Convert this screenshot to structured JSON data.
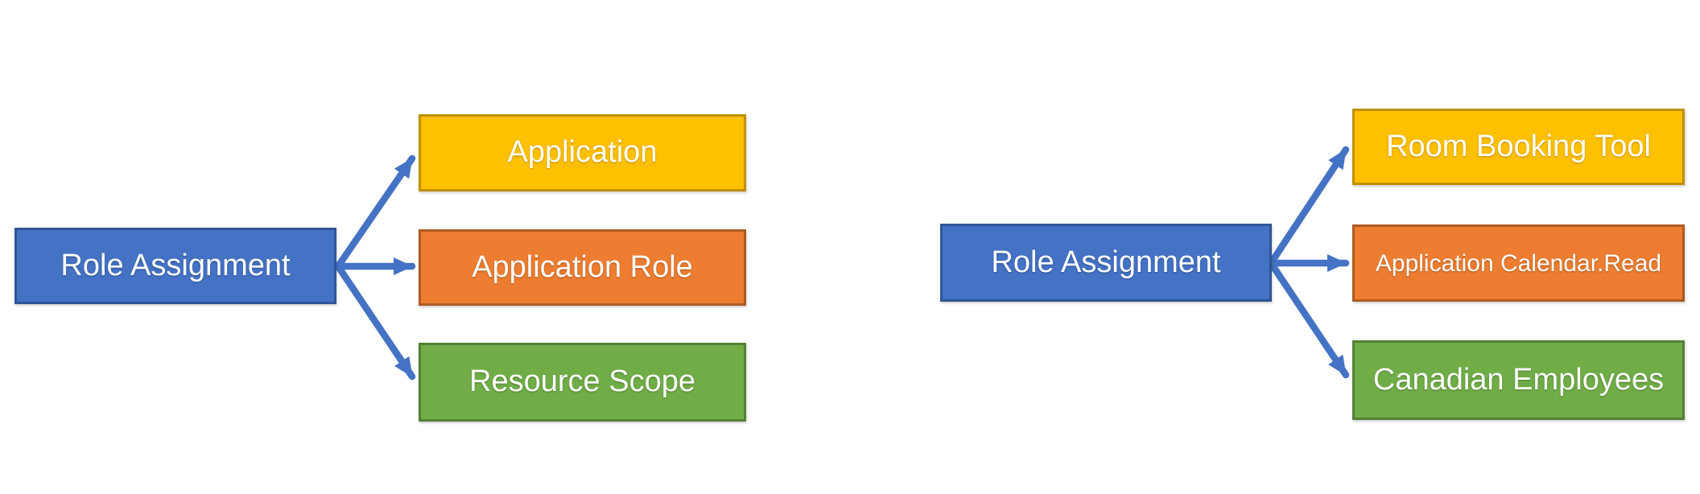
{
  "background": "#ffffff",
  "colors": {
    "blue_fill": "#4472C4",
    "blue_border": "#2F5597",
    "gold_fill": "#FFC000",
    "gold_border": "#BF9000",
    "orange_fill": "#ED7D31",
    "orange_border": "#AE5A21",
    "green_fill": "#70AD47",
    "green_border": "#538135",
    "arrow": "#4472C4",
    "text": "#FFFFFF"
  },
  "diagrams": [
    {
      "name": "generic-role-assignment",
      "source": {
        "label": "Role Assignment",
        "color": "blue"
      },
      "targets": [
        {
          "label": "Application",
          "color": "gold"
        },
        {
          "label": "Application Role",
          "color": "orange"
        },
        {
          "label": "Resource Scope",
          "color": "green"
        }
      ]
    },
    {
      "name": "example-role-assignment",
      "source": {
        "label": "Role Assignment",
        "color": "blue"
      },
      "targets": [
        {
          "label": "Room Booking Tool",
          "color": "gold"
        },
        {
          "label": "Application Calendar.Read",
          "color": "orange"
        },
        {
          "label": "Canadian Employees",
          "color": "green"
        }
      ]
    }
  ]
}
